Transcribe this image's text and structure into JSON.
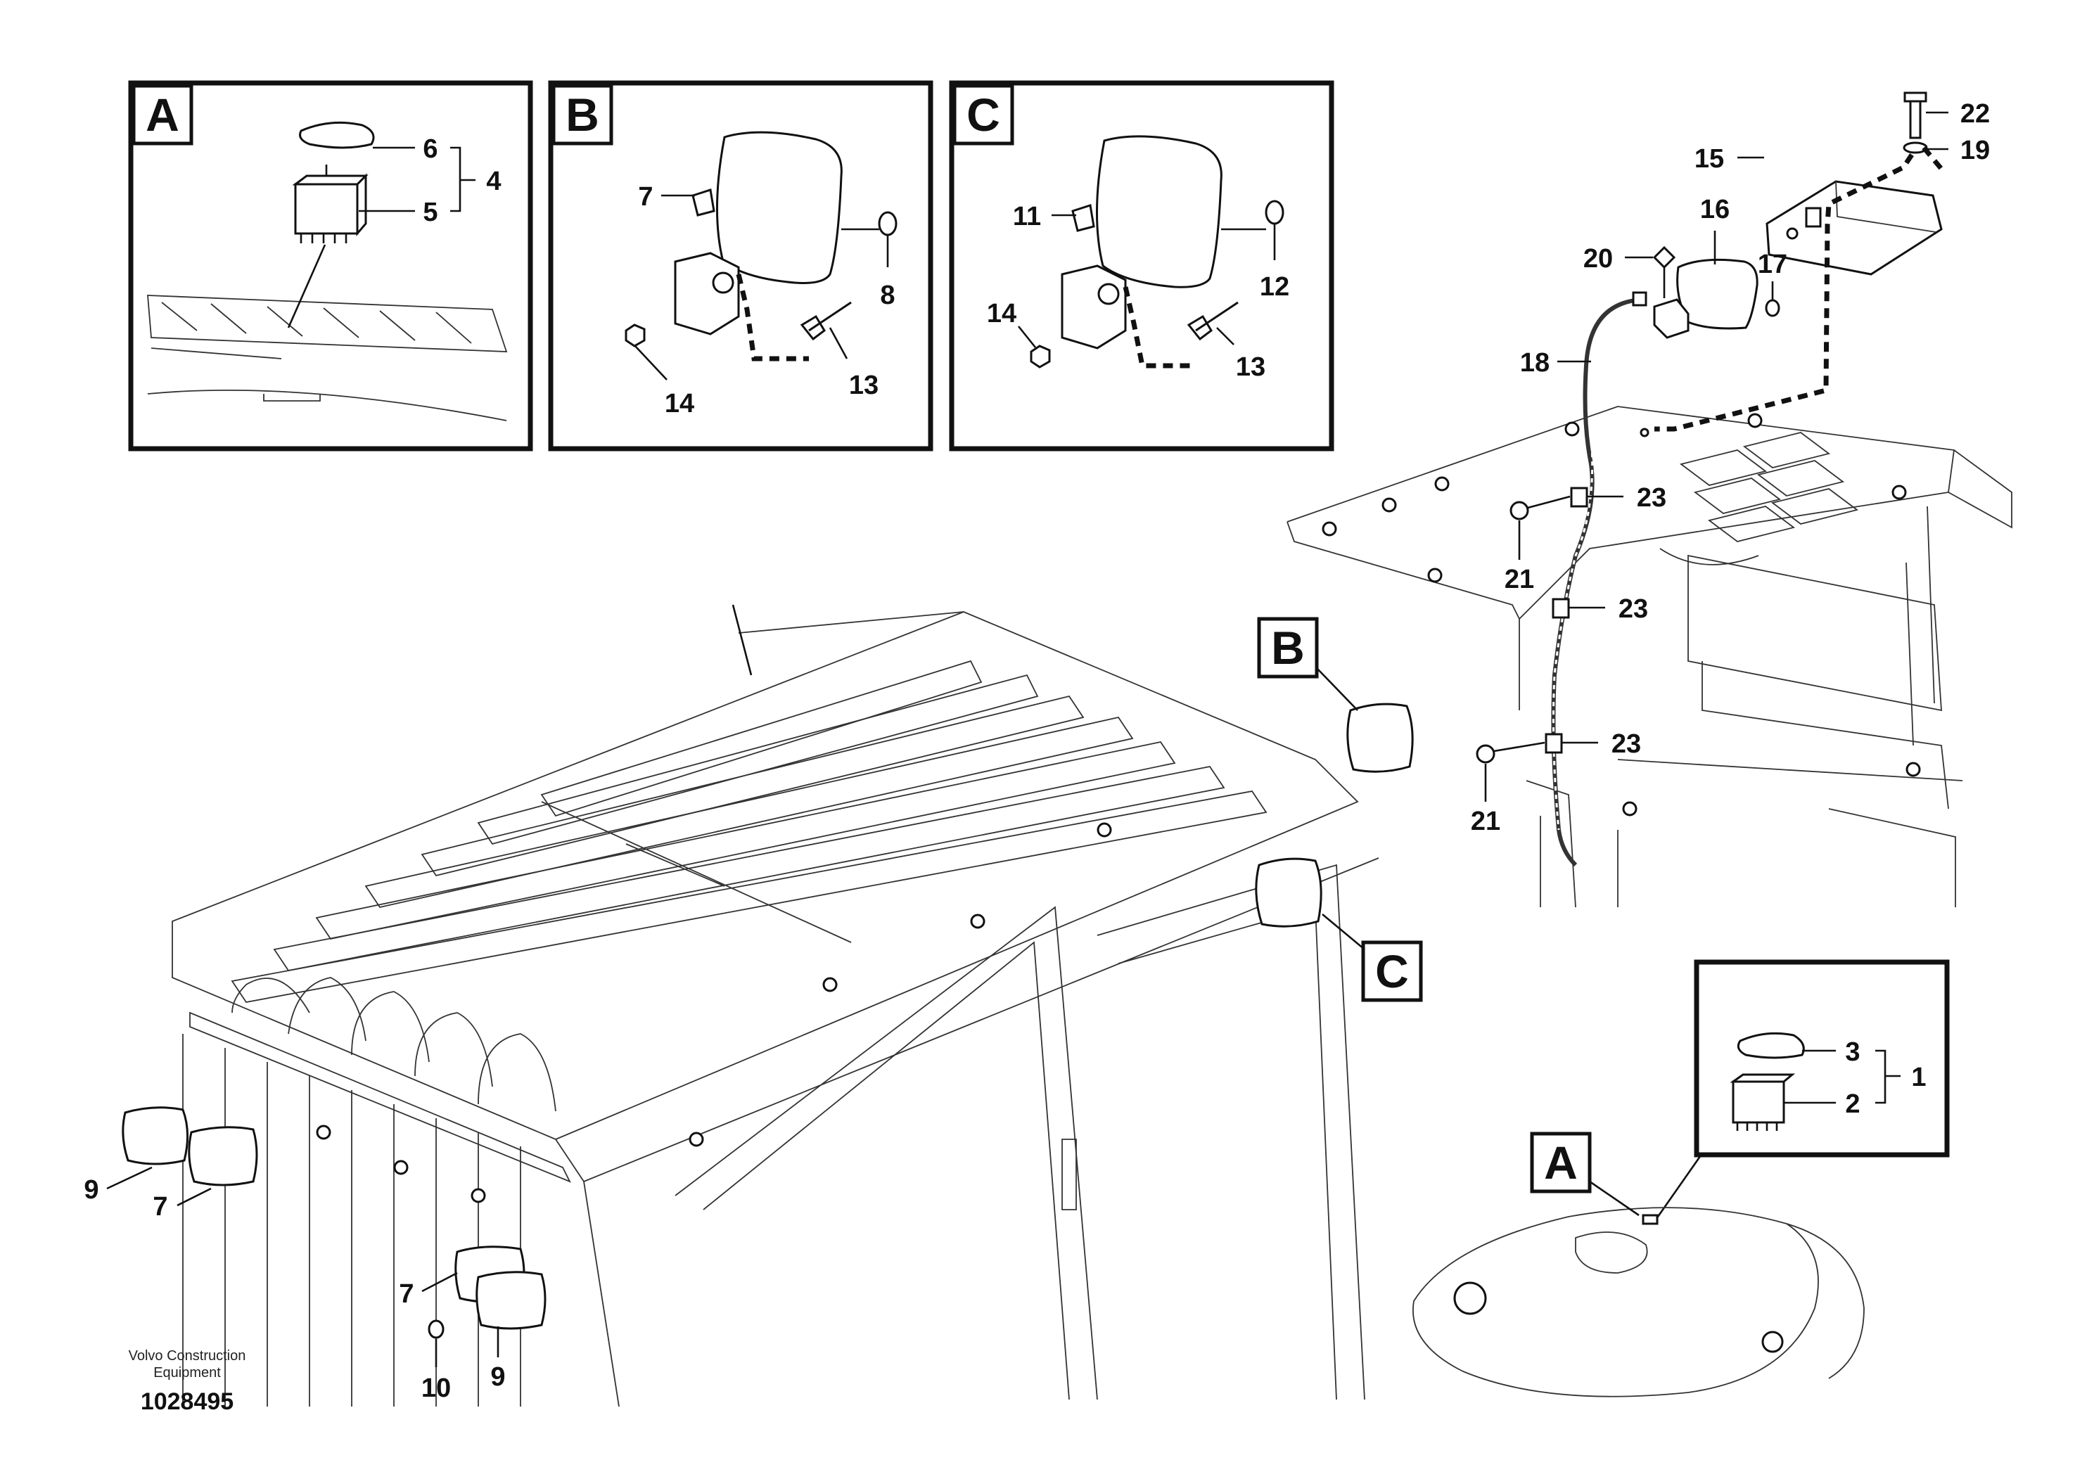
{
  "insets": [
    {
      "id": "A",
      "letter": "A",
      "callouts": [
        "6",
        "5",
        "4"
      ]
    },
    {
      "id": "B",
      "letter": "B",
      "callouts": [
        "7",
        "8",
        "13",
        "14"
      ]
    },
    {
      "id": "C",
      "letter": "C",
      "callouts": [
        "11",
        "12",
        "13",
        "14"
      ]
    },
    {
      "id": "A2",
      "letter": "A",
      "callouts": [
        "3",
        "2",
        "1"
      ]
    }
  ],
  "view_tags": {
    "b": "B",
    "c": "C",
    "a": "A"
  },
  "roof_callouts": {
    "c22": "22",
    "c19": "19",
    "c15": "15",
    "c16": "16",
    "c20": "20",
    "c17": "17",
    "c18": "18",
    "c23a": "23",
    "c23b": "23",
    "c23c": "23",
    "c21a": "21",
    "c21b": "21"
  },
  "cab_callouts": {
    "c9a": "9",
    "c7a": "7",
    "c7b": "7",
    "c10": "10",
    "c9b": "9"
  },
  "footer": {
    "company_line1": "Volvo Construction",
    "company_line2": "Equipment",
    "drawing_number": "1028495"
  }
}
